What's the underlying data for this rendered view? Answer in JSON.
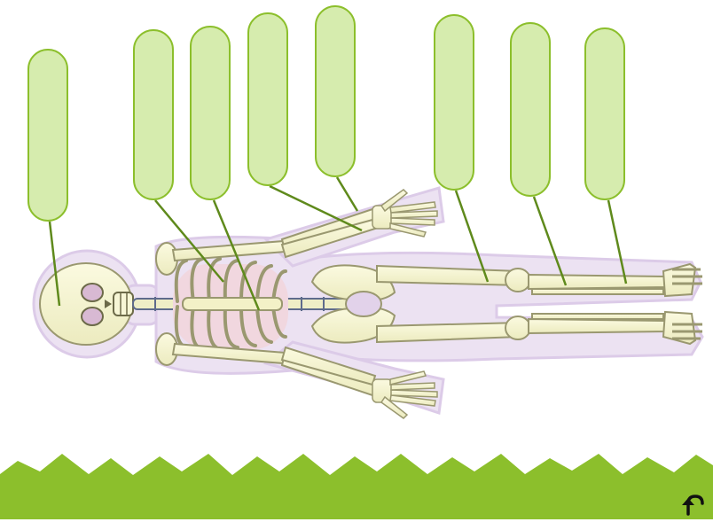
{
  "game": {
    "activity": "label-the-skeleton",
    "label_slots": [
      {
        "id": "skull",
        "text": ""
      },
      {
        "id": "ribs",
        "text": ""
      },
      {
        "id": "sternum",
        "text": ""
      },
      {
        "id": "radius-ulna",
        "text": ""
      },
      {
        "id": "hand-bones",
        "text": ""
      },
      {
        "id": "femur",
        "text": ""
      },
      {
        "id": "patella",
        "text": ""
      },
      {
        "id": "tibia-fibula",
        "text": ""
      }
    ],
    "controls": {
      "undo_icon": "undo-arrow-icon"
    }
  },
  "colors": {
    "slot_fill": "#d6ecae",
    "slot_border": "#8cbf2c",
    "leader_line": "#5f8a1c",
    "grass": "#8cbf2c",
    "body_outline": "#e7d9ee",
    "bone": "#f3f1c7"
  }
}
